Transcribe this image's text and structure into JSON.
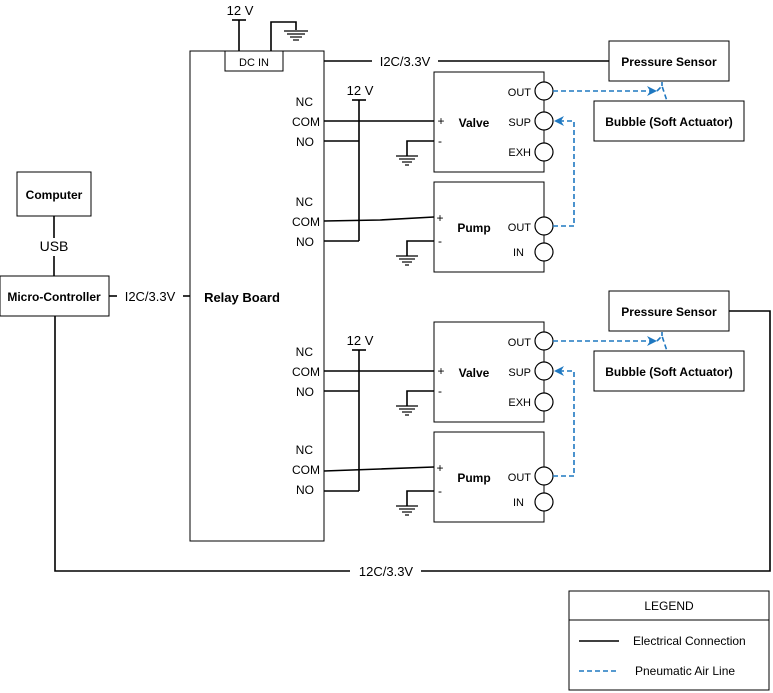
{
  "power": {
    "v12": "12 V",
    "dc_in": "DC IN"
  },
  "relay_board": {
    "label": "Relay Board",
    "pins": [
      "NC",
      "COM",
      "NO"
    ]
  },
  "computer": {
    "label": "Computer"
  },
  "usb": {
    "label": "USB"
  },
  "micro_controller": {
    "label": "Micro-Controller"
  },
  "bus": {
    "i2c_a": "I2C/3.3V",
    "i2c_b": "12C/3.3V"
  },
  "valve": {
    "label": "Valve",
    "ports": [
      "OUT",
      "SUP",
      "EXH"
    ]
  },
  "pump": {
    "label": "Pump",
    "ports": [
      "OUT",
      "IN"
    ]
  },
  "pressure_sensor": {
    "label": "Pressure Sensor"
  },
  "bubble": {
    "label": "Bubble (Soft Actuator)"
  },
  "polarity": {
    "plus": "+",
    "minus": "-"
  },
  "legend": {
    "title": "LEGEND",
    "electrical": "Electrical Connection",
    "pneumatic": "Pneumatic Air Line"
  },
  "colors": {
    "wire": "#000000",
    "air_line": "#1f78c1"
  }
}
